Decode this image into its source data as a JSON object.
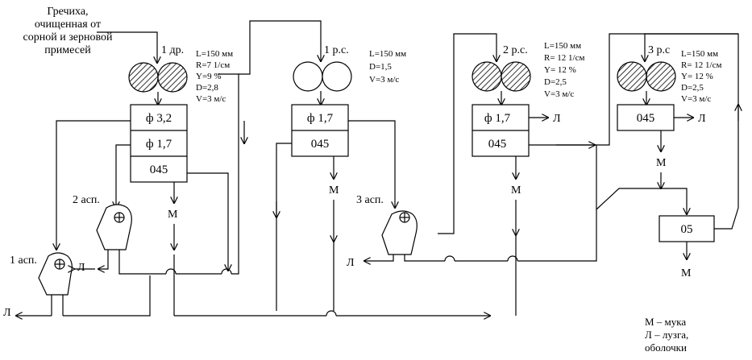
{
  "input_label": [
    "Гречиха,",
    "очищенная от",
    "сорной и зерновой",
    "примесей"
  ],
  "machines": {
    "m1": {
      "label": "1 др.",
      "params": [
        "L=150 мм",
        "R=7   1/см",
        "Y=9 %",
        "D=2,8",
        "V=3 м/с"
      ]
    },
    "m2": {
      "label": "1 р.с.",
      "params": [
        "L=150 мм",
        "D=1,5",
        "V=3 м/с"
      ]
    },
    "m3": {
      "label": "2 р.с.",
      "params": [
        "L=150 мм",
        "R= 12 1/см",
        "Y= 12 %",
        "D=2,5",
        "V=3 м/с"
      ]
    },
    "m4": {
      "label": "3 р.с",
      "params": [
        "L=150 мм",
        "R= 12 1/см",
        "Y= 12 %",
        "D=2,5",
        "V=3 м/с"
      ]
    }
  },
  "sieves": {
    "s1a": "ф 3,2",
    "s1b": "ф 1,7",
    "s1c": "045",
    "s2a": "ф 1,7",
    "s2b": "045",
    "s3a": "ф 1,7",
    "s3b": "045",
    "s4a": "045",
    "s5a": "05"
  },
  "aspirators": {
    "a1": "1 асп.",
    "a2": "2 асп.",
    "a3": "3 асп."
  },
  "outputs": {
    "flour": "М",
    "husk": "Л"
  },
  "legend": [
    "М – мука",
    "Л – лузга,",
    "оболочки"
  ]
}
